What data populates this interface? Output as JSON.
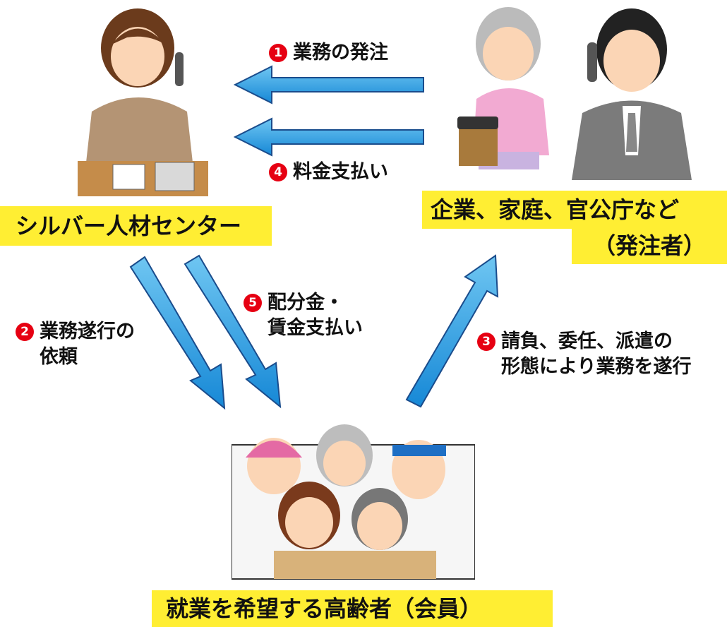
{
  "nodes": {
    "center": "シルバー人材センター",
    "client": "企業、家庭、官公庁など",
    "client_sub": "（発注者）",
    "members": "就業を希望する高齢者（会員）"
  },
  "steps": [
    {
      "num": "1",
      "line1": "業務の発注"
    },
    {
      "num": "2",
      "line1": "業務遂行の",
      "line2": "依頼"
    },
    {
      "num": "3",
      "line1": "請負、委任、派遣の",
      "line2": "形態により業務を遂行"
    },
    {
      "num": "4",
      "line1": "料金支払い"
    },
    {
      "num": "5",
      "line1": "配分金・",
      "line2": "賃金支払い"
    }
  ],
  "colors": {
    "label_bg": "#ffee33",
    "arrow_fill": "#1ea0e6",
    "arrow_stroke": "#1a4c8c",
    "step_badge": "#e60012"
  }
}
